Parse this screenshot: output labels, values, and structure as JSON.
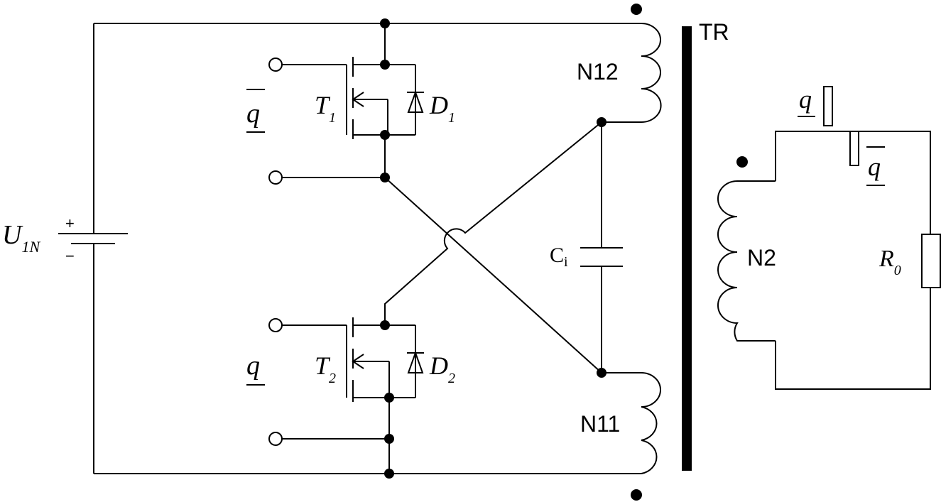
{
  "labels": {
    "transformer": "TR",
    "primary_upper": "N12",
    "primary_lower": "N11",
    "secondary": "N2",
    "capacitor_main": "C",
    "capacitor_sub": "i",
    "source_main": "U",
    "source_sub": "1N",
    "source_plus": "+",
    "source_minus": "−",
    "t1_main": "T",
    "t1_sub": "1",
    "t2_main": "T",
    "t2_sub": "2",
    "d1_main": "D",
    "d1_sub": "1",
    "d2_main": "D",
    "d2_sub": "2",
    "resistor_main": "R",
    "resistor_sub": "0",
    "gate_upper": "q",
    "gate_lower": "q",
    "switch_upper": "q",
    "switch_lower": "q"
  }
}
